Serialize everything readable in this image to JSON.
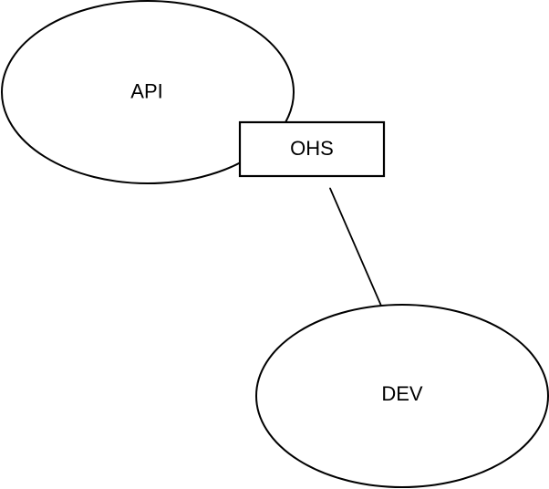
{
  "diagram": {
    "background_color": "#ffffff",
    "shape_fill_color": "#ffffff",
    "stroke_color": "#000000",
    "text_color": "#000000",
    "nodes": [
      {
        "id": "api",
        "shape": "ellipse",
        "label": "API"
      },
      {
        "id": "ohs",
        "shape": "rectangle",
        "label": "OHS"
      },
      {
        "id": "dev",
        "shape": "ellipse",
        "label": "DEV"
      }
    ],
    "edges": [
      {
        "source": "ohs",
        "target": "dev",
        "style": "straight-line"
      }
    ]
  }
}
